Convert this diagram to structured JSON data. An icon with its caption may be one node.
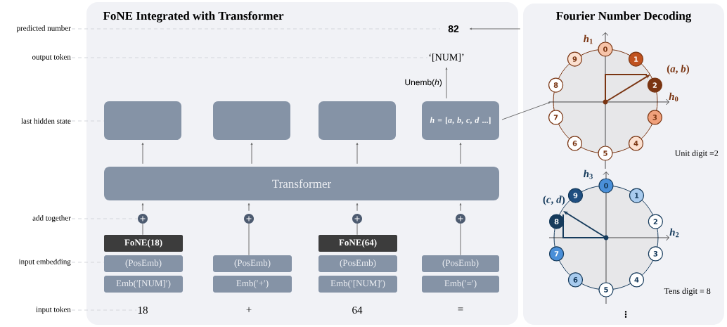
{
  "diagram": {
    "nodes": [
      {
        "text": [
          "FoNE Integrated with Transformer"
        ]
      },
      {
        "text": [
          "Fourier Number Decoding"
        ]
      },
      {
        "text": [
          "82"
        ],
        "in": 0
      },
      {
        "text": [
          "‘[NUM]’"
        ],
        "in": 0
      },
      {
        "text": [],
        "shape": "box",
        "in": 0
      },
      {
        "text": [],
        "shape": "box",
        "in": 0
      },
      {
        "text": [],
        "shape": "box",
        "in": 0
      },
      {
        "text": [
          "*h* = [*a*, *b*, *c*, *d* ...]"
        ],
        "in": 0
      },
      {
        "text": [
          "Transformer"
        ],
        "in": 0
      },
      {
        "text": [],
        "shape": "circle",
        "in": 0
      },
      {
        "text": [],
        "shape": "circle",
        "in": 0
      },
      {
        "text": [],
        "shape": "circle",
        "in": 0
      },
      {
        "text": [],
        "shape": "circle",
        "in": 0
      },
      {
        "text": [
          "FoNE(18)"
        ],
        "in": 0
      },
      {
        "text": [
          "FoNE(64)"
        ],
        "in": 0
      },
      {
        "text": [
          "(PosEmb)"
        ],
        "in": 0
      },
      {
        "text": [
          "(PosEmb)"
        ],
        "in": 0
      },
      {
        "text": [
          "(PosEmb)"
        ],
        "in": 0
      },
      {
        "text": [
          "(PosEmb)"
        ],
        "in": 0
      },
      {
        "text": [
          "Emb(′[NUM]′)"
        ],
        "in": 0
      },
      {
        "text": [
          "Emb(′+′)"
        ],
        "in": 0
      },
      {
        "text": [
          "Emb(′[NUM]′)"
        ],
        "in": 0
      },
      {
        "text": [
          "Emb(′=′)"
        ],
        "in": 0
      },
      {
        "text": [],
        "shape": "circle",
        "in": 1
      },
      {
        "text": [
          "0"
        ],
        "in": 1
      },
      {
        "text": [
          "1"
        ],
        "in": 1
      },
      {
        "text": [
          "2"
        ],
        "in": 1
      },
      {
        "text": [
          "3"
        ],
        "in": 1
      },
      {
        "text": [
          "4"
        ],
        "in": 1
      },
      {
        "text": [
          "5"
        ],
        "in": 1
      },
      {
        "text": [
          "6"
        ],
        "in": 1
      },
      {
        "text": [
          "7"
        ],
        "in": 1
      },
      {
        "text": [
          "8"
        ],
        "in": 1
      },
      {
        "text": [
          "9"
        ],
        "in": 1
      },
      {
        "text": [],
        "shape": "circle",
        "in": 1
      },
      {
        "text": [
          "0"
        ],
        "in": 1
      },
      {
        "text": [
          "1"
        ],
        "in": 1
      },
      {
        "text": [
          "2"
        ],
        "in": 1
      },
      {
        "text": [
          "3"
        ],
        "in": 1
      },
      {
        "text": [
          "4"
        ],
        "in": 1
      },
      {
        "text": [
          "5"
        ],
        "in": 1
      },
      {
        "text": [
          "6"
        ],
        "in": 1
      },
      {
        "text": [
          "7"
        ],
        "in": 1
      },
      {
        "text": [
          "8"
        ],
        "in": 1
      },
      {
        "text": [
          "9"
        ],
        "in": 1
      },
      {
        "text": [
          "predicted number"
        ]
      },
      {
        "text": [
          "output token"
        ]
      },
      {
        "text": [
          "last hidden state"
        ]
      },
      {
        "text": [
          "add together"
        ]
      },
      {
        "text": [
          "input embedding"
        ]
      },
      {
        "text": [
          "input token"
        ]
      },
      {
        "text": [
          "18"
        ],
        "in": 0
      },
      {
        "text": [
          "+"
        ],
        "in": 0
      },
      {
        "text": [
          "64"
        ],
        "in": 0
      },
      {
        "text": [
          "="
        ],
        "in": 0
      }
    ],
    "edges": [
      {
        "from": 1,
        "to": 2,
        "arrow": "to"
      },
      {
        "from": 7,
        "to": 3,
        "arrow": "to",
        "label": "Unemb(*h*)"
      },
      {
        "from": 7,
        "to": 23,
        "arrow": "to"
      },
      {
        "from": 8,
        "to": 4,
        "arrow": "to"
      },
      {
        "from": 8,
        "to": 5,
        "arrow": "to"
      },
      {
        "from": 8,
        "to": 6,
        "arrow": "to"
      },
      {
        "from": 8,
        "to": 7,
        "arrow": "to"
      },
      {
        "from": 9,
        "to": 8,
        "arrow": "to"
      },
      {
        "from": 10,
        "to": 8,
        "arrow": "to"
      },
      {
        "from": 11,
        "to": 8,
        "arrow": "to"
      },
      {
        "from": 12,
        "to": 8,
        "arrow": "to"
      },
      {
        "from": 13,
        "to": 9,
        "arrow": "none"
      },
      {
        "from": 16,
        "to": 10,
        "arrow": "none"
      },
      {
        "from": 14,
        "to": 11,
        "arrow": "none"
      },
      {
        "from": 18,
        "to": 12,
        "arrow": "none"
      },
      {
        "from": 45,
        "to": 2,
        "arrow": "none",
        "style": "dashed",
        "color": "#d4d6db"
      },
      {
        "from": 46,
        "to": 3,
        "arrow": "none",
        "style": "dashed",
        "color": "#d4d6db"
      },
      {
        "from": 47,
        "to": 4,
        "arrow": "none",
        "style": "dashed",
        "color": "#d4d6db"
      },
      {
        "from": 48,
        "to": 9,
        "arrow": "none",
        "style": "dashed",
        "color": "#d4d6db"
      },
      {
        "from": 49,
        "to": 15,
        "arrow": "none",
        "style": "dashed",
        "color": "#d4d6db"
      },
      {
        "from": 50,
        "to": 51,
        "arrow": "none",
        "style": "dashed",
        "color": "#d4d6db"
      }
    ],
    "labels": [
      "*h*$_{1}$",
      "(*a*, *b*)",
      "*h*$_{0}$",
      "Unit digit =2",
      "*h*$_{3}$",
      "(*c*, *d*)",
      "*h*$_{2}$",
      "Tens digit = 8",
      "⋮"
    ]
  }
}
